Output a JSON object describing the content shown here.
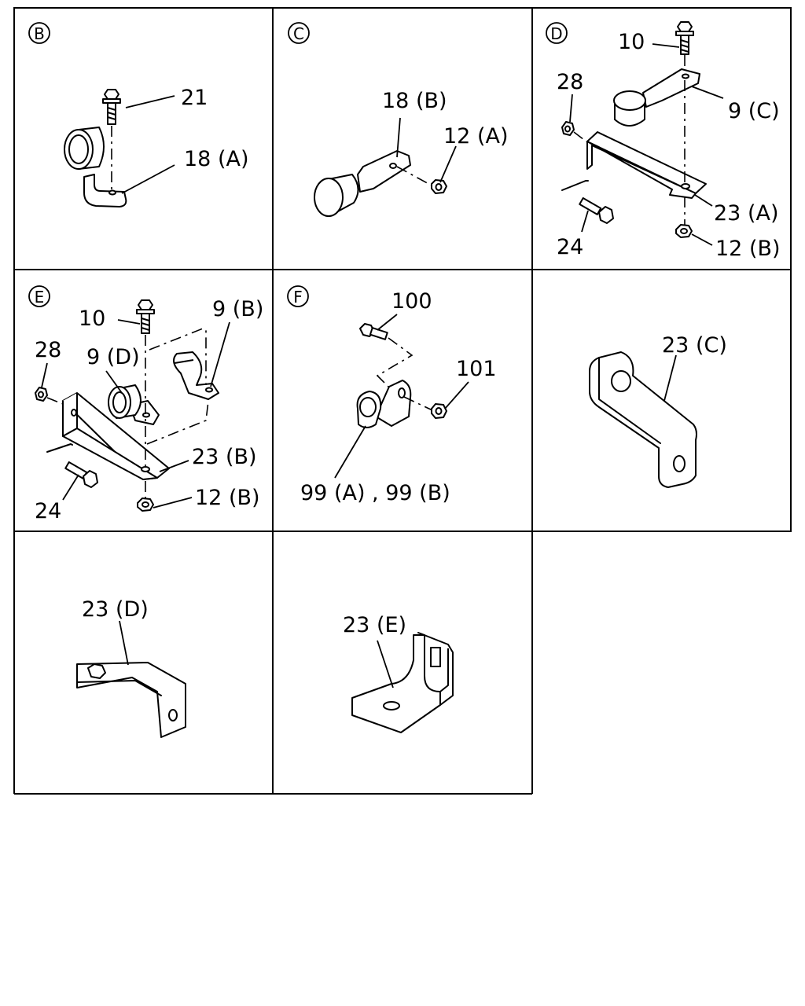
{
  "panels": {
    "B": {
      "marker": "B",
      "labels": [
        "21",
        "18 (A)"
      ]
    },
    "C": {
      "marker": "C",
      "labels": [
        "18 (B)",
        "12 (A)"
      ]
    },
    "D": {
      "marker": "D",
      "labels": [
        "10",
        "28",
        "9 (C)",
        "23 (A)",
        "24",
        "12 (B)"
      ]
    },
    "E": {
      "marker": "E",
      "labels": [
        "10",
        "9 (B)",
        "28",
        "9 (D)",
        "23 (B)",
        "24",
        "12 (B)"
      ]
    },
    "F": {
      "marker": "F",
      "labels": [
        "100",
        "101",
        "99 (A) , 99 (B)"
      ]
    },
    "G": {
      "labels": [
        "23 (C)"
      ]
    },
    "H": {
      "labels": [
        "23 (D)"
      ]
    },
    "I": {
      "labels": [
        "23 (E)"
      ]
    }
  }
}
